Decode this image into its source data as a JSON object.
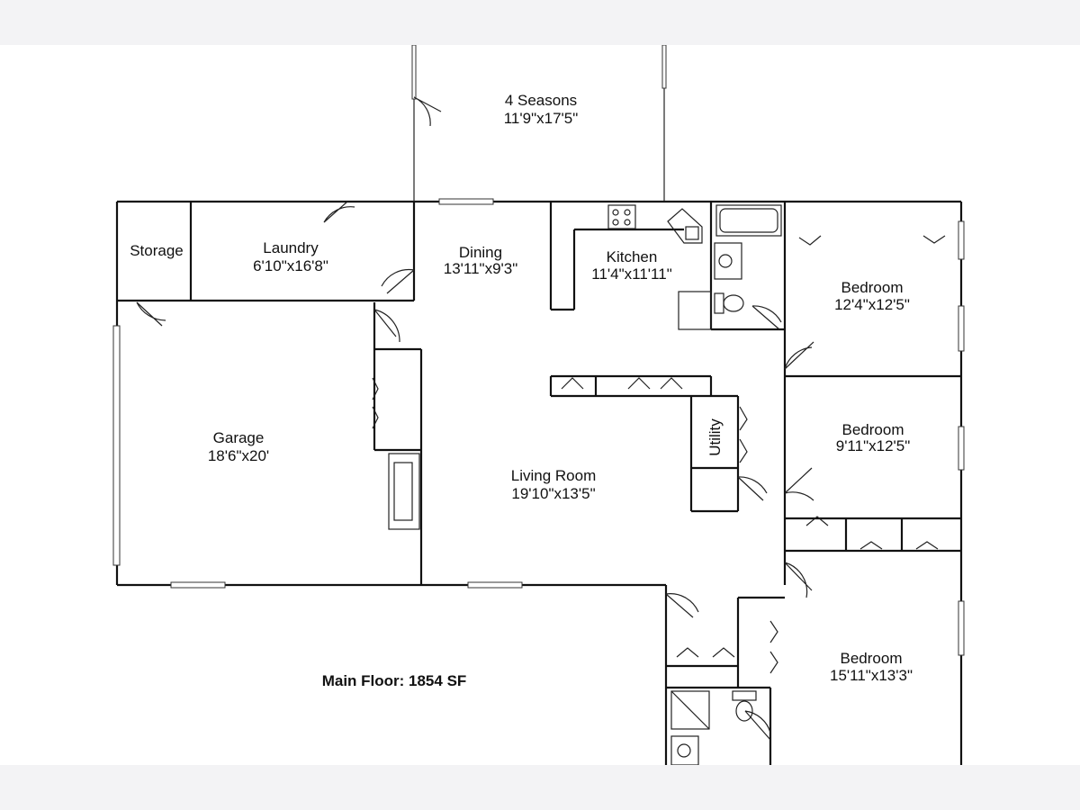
{
  "plan": {
    "title": "Main Floor: 1854 SF",
    "rooms": [
      {
        "name": "4 Seasons",
        "size": "11'9\"x17'5\""
      },
      {
        "name": "Storage",
        "size": ""
      },
      {
        "name": "Laundry",
        "size": "6'10\"x16'8\""
      },
      {
        "name": "Dining",
        "size": "13'11\"x9'3\""
      },
      {
        "name": "Kitchen",
        "size": "11'4\"x11'11\""
      },
      {
        "name": "Bedroom",
        "size": "12'4\"x12'5\""
      },
      {
        "name": "Garage",
        "size": "18'6\"x20'"
      },
      {
        "name": "Living Room",
        "size": "19'10\"x13'5\""
      },
      {
        "name": "Utility",
        "size": ""
      },
      {
        "name": "Bedroom",
        "size": "9'11\"x12'5\""
      },
      {
        "name": "Bedroom",
        "size": "15'11\"x13'3\""
      }
    ]
  }
}
